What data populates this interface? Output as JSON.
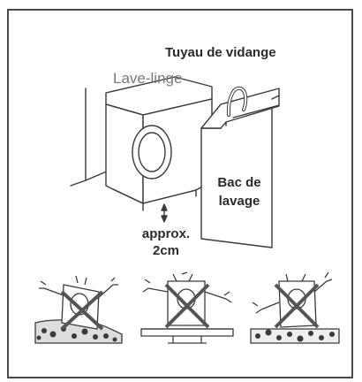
{
  "labels": {
    "washer": "Lave-linge",
    "drain_hose": "Tuyau de vidange",
    "basin_line1": "Bac de",
    "basin_line2": "lavage",
    "approx_line1": "approx.",
    "approx_line2": "2cm"
  },
  "panels": [
    {
      "name": "washer-on-uneven-ground",
      "surface": "rough",
      "marked": "cross"
    },
    {
      "name": "washer-on-unstable-platform",
      "surface": "platform",
      "marked": "cross"
    },
    {
      "name": "washer-on-rough-ground",
      "surface": "rough",
      "marked": "cross"
    }
  ],
  "colors": {
    "line": "#3a3a3a",
    "cross": "#555555",
    "frame": "#4a4a4a"
  }
}
